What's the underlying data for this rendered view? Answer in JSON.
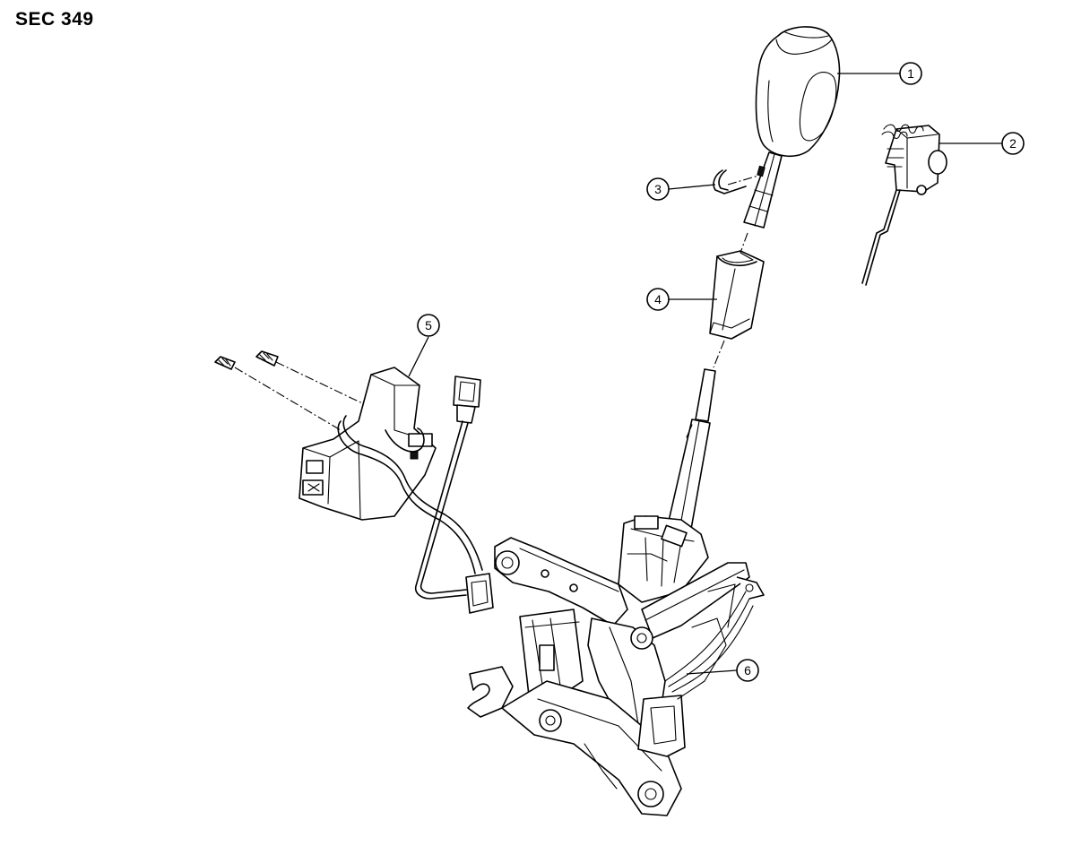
{
  "section_code": "SEC 349",
  "callouts": [
    {
      "id": "1",
      "label": "1"
    },
    {
      "id": "2",
      "label": "2"
    },
    {
      "id": "3",
      "label": "3"
    },
    {
      "id": "4",
      "label": "4"
    },
    {
      "id": "5",
      "label": "5"
    },
    {
      "id": "6",
      "label": "6"
    }
  ]
}
